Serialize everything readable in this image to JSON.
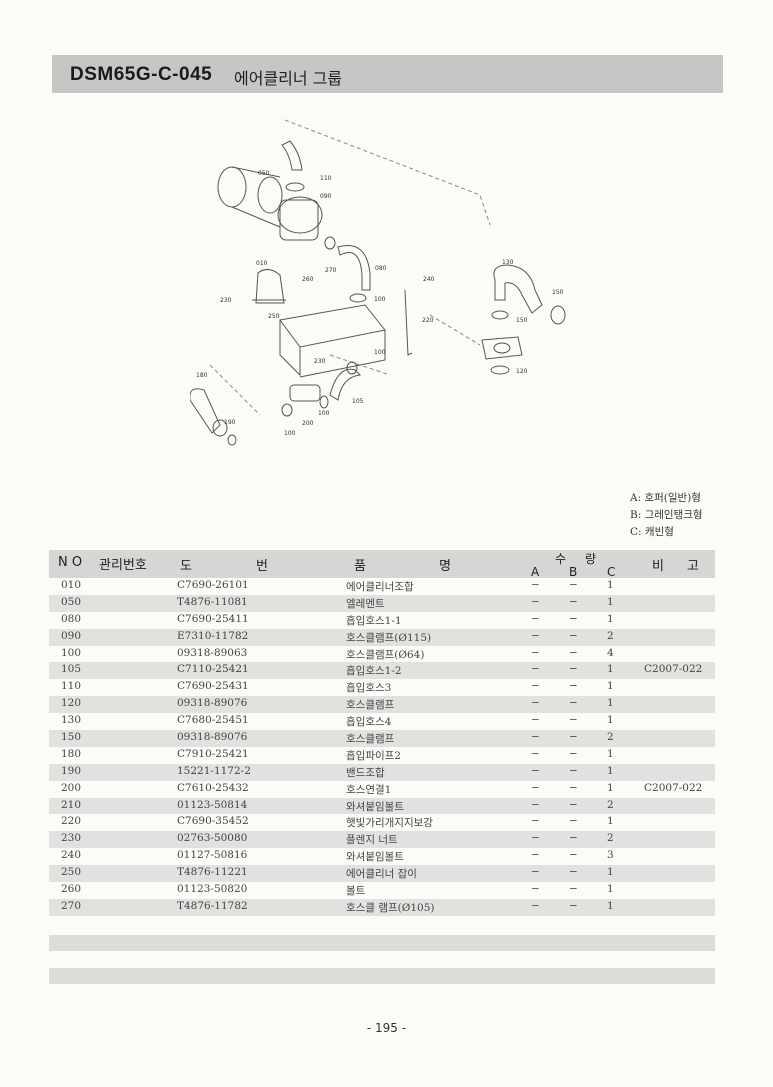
{
  "header": {
    "code": "DSM65G-C-045",
    "name": "에어클리너 그룹"
  },
  "diagram": {
    "callouts": [
      "050",
      "110",
      "090",
      "010",
      "270",
      "080",
      "260",
      "230",
      "250",
      "240",
      "100",
      "220",
      "230",
      "100",
      "180",
      "190",
      "105",
      "100",
      "200",
      "100",
      "130",
      "150",
      "150",
      "120"
    ]
  },
  "legend": {
    "a": "A: 호퍼(일반)형",
    "b": "B: 그레인탱크형",
    "c": "C: 캐빈형"
  },
  "table": {
    "headers": {
      "no": "N O",
      "mgmt": "관리번호",
      "drawing_1": "도",
      "drawing_2": "번",
      "name_1": "품",
      "name_2": "명",
      "qty_1": "수",
      "qty_2": "량",
      "a": "A",
      "b": "B",
      "c": "C",
      "remark_1": "비",
      "remark_2": "고"
    },
    "rows": [
      {
        "no": "010",
        "pn": "C7690-26101",
        "name": "에어클리너조합",
        "a": "−",
        "b": "−",
        "c": "1",
        "remark": ""
      },
      {
        "no": "050",
        "pn": "T4876-11081",
        "name": "엘레멘트",
        "a": "−",
        "b": "−",
        "c": "1",
        "remark": ""
      },
      {
        "no": "080",
        "pn": "C7690-25411",
        "name": "흡입호스1-1",
        "a": "−",
        "b": "−",
        "c": "1",
        "remark": ""
      },
      {
        "no": "090",
        "pn": "E7310-11782",
        "name": "호스클램프(Ø115)",
        "a": "−",
        "b": "−",
        "c": "2",
        "remark": ""
      },
      {
        "no": "100",
        "pn": "09318-89063",
        "name": "호스클램프(Ø64)",
        "a": "−",
        "b": "−",
        "c": "4",
        "remark": ""
      },
      {
        "no": "105",
        "pn": "C7110-25421",
        "name": "흡입호스1-2",
        "a": "−",
        "b": "−",
        "c": "1",
        "remark": "C2007-022"
      },
      {
        "no": "110",
        "pn": "C7690-25431",
        "name": "흡입호스3",
        "a": "−",
        "b": "−",
        "c": "1",
        "remark": ""
      },
      {
        "no": "120",
        "pn": "09318-89076",
        "name": "호스클램프",
        "a": "−",
        "b": "−",
        "c": "1",
        "remark": ""
      },
      {
        "no": "130",
        "pn": "C7680-25451",
        "name": "흡입호스4",
        "a": "−",
        "b": "−",
        "c": "1",
        "remark": ""
      },
      {
        "no": "150",
        "pn": "09318-89076",
        "name": "호스클램프",
        "a": "−",
        "b": "−",
        "c": "2",
        "remark": ""
      },
      {
        "no": "180",
        "pn": "C7910-25421",
        "name": "흡입파이프2",
        "a": "−",
        "b": "−",
        "c": "1",
        "remark": ""
      },
      {
        "no": "190",
        "pn": "15221-1172-2",
        "name": "밴드조합",
        "a": "−",
        "b": "−",
        "c": "1",
        "remark": ""
      },
      {
        "no": "200",
        "pn": "C7610-25432",
        "name": "호스연결1",
        "a": "−",
        "b": "−",
        "c": "1",
        "remark": "C2007-022"
      },
      {
        "no": "210",
        "pn": "01123-50814",
        "name": "와셔붙임볼트",
        "a": "−",
        "b": "−",
        "c": "2",
        "remark": ""
      },
      {
        "no": "220",
        "pn": "C7690-35452",
        "name": "햇빛가리개지지보강",
        "a": "−",
        "b": "−",
        "c": "1",
        "remark": ""
      },
      {
        "no": "230",
        "pn": "02763-50080",
        "name": "플렌지 너트",
        "a": "−",
        "b": "−",
        "c": "2",
        "remark": ""
      },
      {
        "no": "240",
        "pn": "01127-50816",
        "name": "와셔붙임볼트",
        "a": "−",
        "b": "−",
        "c": "3",
        "remark": ""
      },
      {
        "no": "250",
        "pn": "T4876-11221",
        "name": "에어클리너 잡이",
        "a": "−",
        "b": "−",
        "c": "1",
        "remark": ""
      },
      {
        "no": "260",
        "pn": "01123-50820",
        "name": "볼트",
        "a": "−",
        "b": "−",
        "c": "1",
        "remark": ""
      },
      {
        "no": "270",
        "pn": "T4876-11782",
        "name": "호스클 램프(Ø105)",
        "a": "−",
        "b": "−",
        "c": "1",
        "remark": ""
      }
    ]
  },
  "footer": {
    "page": "- 195 -"
  }
}
